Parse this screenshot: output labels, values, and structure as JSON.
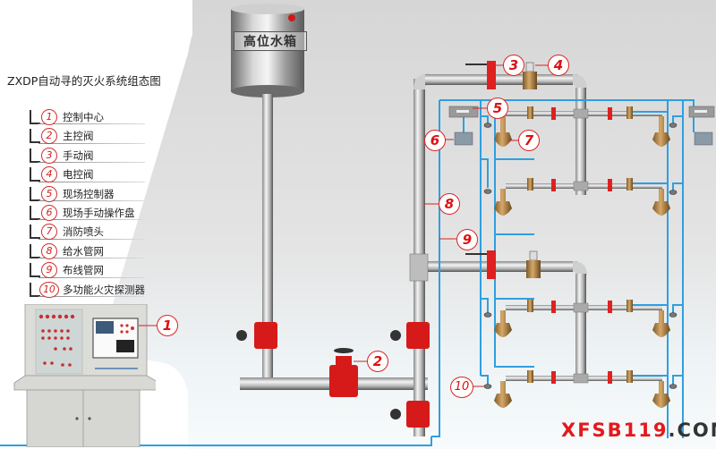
{
  "title": "ZXDP自动寻的灭火系统组态图",
  "tank": {
    "label": "高位水箱"
  },
  "legend": [
    {
      "num": "1",
      "label": "控制中心"
    },
    {
      "num": "2",
      "label": "主控阀"
    },
    {
      "num": "3",
      "label": "手动阀"
    },
    {
      "num": "4",
      "label": "电控阀"
    },
    {
      "num": "5",
      "label": "现场控制器"
    },
    {
      "num": "6",
      "label": "现场手动操作盘"
    },
    {
      "num": "7",
      "label": "消防喷头"
    },
    {
      "num": "8",
      "label": "给水管网"
    },
    {
      "num": "9",
      "label": "布线管网"
    },
    {
      "num": "10",
      "label": "多功能火灾探测器"
    }
  ],
  "callouts": {
    "c1": "1",
    "c2": "2",
    "c3": "3",
    "c4": "4",
    "c5": "5",
    "c6": "6",
    "c7": "7",
    "c8": "8",
    "c9": "9",
    "c10": "10"
  },
  "brand": {
    "red": "XFSB119",
    "dark": ".COM"
  },
  "colors": {
    "callout": "#d22222",
    "wiring": "#2f9fe0",
    "valve": "#e02020",
    "brand": "#e3191c"
  }
}
